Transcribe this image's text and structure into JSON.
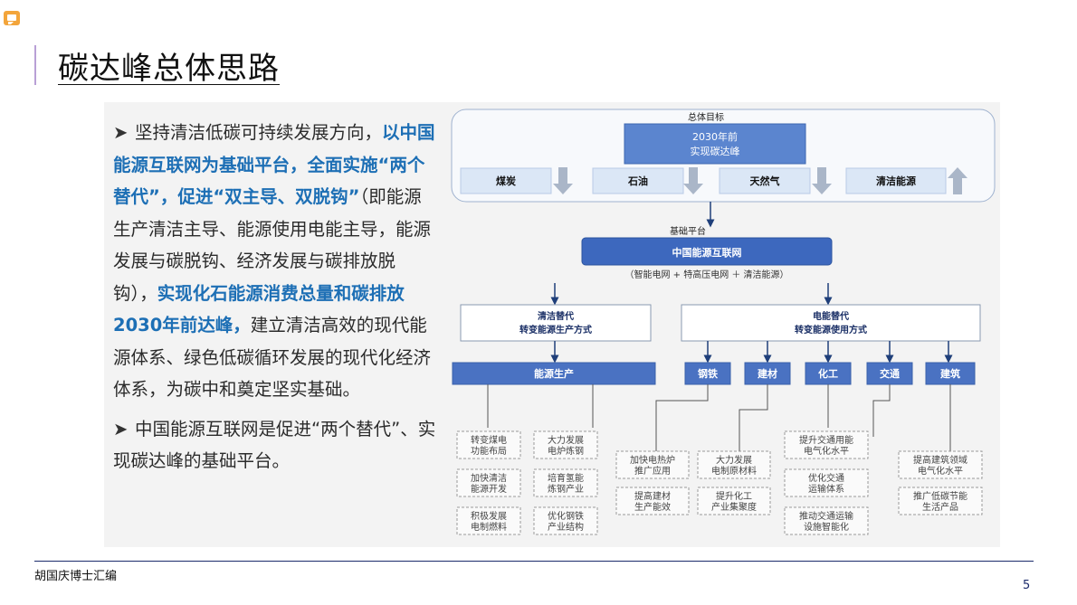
{
  "slide": {
    "title": "碳达峰总体思路",
    "footer_author": "胡国庆博士汇编",
    "page_number": "5",
    "colors": {
      "accent_blue": "#1d6fb5",
      "box_blue": "#4a72c2",
      "box_light": "#dbe7f6",
      "title_bar": "#b9a0d6"
    }
  },
  "left_text": {
    "p1": {
      "a": "坚持清洁低碳可持续发展方向，",
      "b": "以中国能源互联网为基础平台，全面实施“两个替代”，促进“双主导、双脱钩”",
      "c": "（即能源生产清洁主导、能源使用电能主导，能源发展与碳脱钩、经济发展与碳排放脱钩），",
      "d": "实现化石能源消费总量和碳排放2030年前达峰，",
      "e": "建立清洁高效的现代能源体系、绿色低碳循环发展的现代化经济体系，为碳中和奠定坚实基础。"
    },
    "p2": "中国能源互联网是促进“两个替代”、实现碳达峰的基础平台。"
  },
  "diagram": {
    "goal_label": "总体目标",
    "goal_line1": "2030年前",
    "goal_line2": "实现碳达峰",
    "energy": [
      "煤炭",
      "石油",
      "天然气",
      "清洁能源"
    ],
    "platform_label": "基础平台",
    "platform_box": "中国能源互联网",
    "platform_sub": "（智能电网 + 特高压电网 ＋ 清洁能源）",
    "clean_line1": "清洁替代",
    "clean_line2": "转变能源生产方式",
    "elec_line1": "电能替代",
    "elec_line2": "转变能源使用方式",
    "production": "能源生产",
    "sectors": [
      "钢铁",
      "建材",
      "化工",
      "交通",
      "建筑"
    ],
    "measures": {
      "m1": [
        "转变煤电",
        "功能布局"
      ],
      "m2": [
        "大力发展",
        "电炉炼钢"
      ],
      "m3": [
        "加快清洁",
        "能源开发"
      ],
      "m4": [
        "培育氢能",
        "炼钢产业"
      ],
      "m5": [
        "积极发展",
        "电制燃料"
      ],
      "m6": [
        "优化钢铁",
        "产业结构"
      ],
      "m7": [
        "加快电热炉",
        "推广应用"
      ],
      "m8": [
        "大力发展",
        "电制原材料"
      ],
      "m9": [
        "提高建材",
        "生产能效"
      ],
      "m10": [
        "提升化工",
        "产业集聚度"
      ],
      "m11": [
        "提升交通用能",
        "电气化水平"
      ],
      "m12": [
        "优化交通",
        "运输体系"
      ],
      "m13": [
        "推动交通运输",
        "设施智能化"
      ],
      "m14": [
        "提高建筑领域",
        "电气化水平"
      ],
      "m15": [
        "推广低碳节能",
        "生活产品"
      ]
    }
  }
}
